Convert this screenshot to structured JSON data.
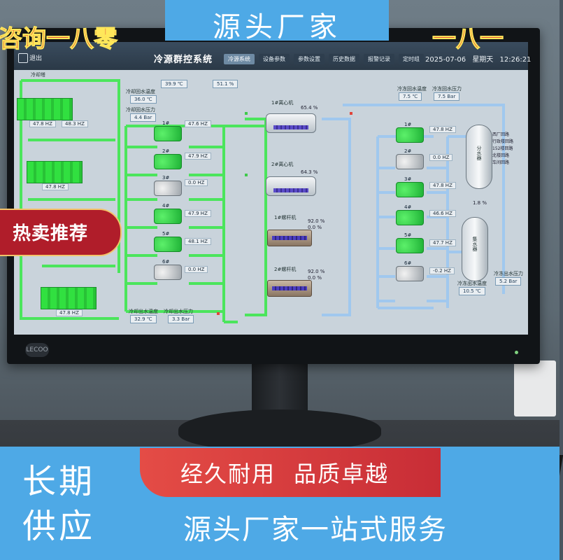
{
  "promo": {
    "top_title": "源头厂家",
    "top_left": "咨询一八零",
    "top_right": "一八一",
    "hot_badge": "热卖推荐",
    "bottom_red": "经久耐用  品质卓越",
    "left_line1": "长期",
    "left_line2": "供应",
    "bottom_slogan": "源头厂家一站式服务"
  },
  "hmi": {
    "exit_label": "退出",
    "title": "冷源群控系统",
    "tabs": [
      "冷源系统",
      "设备参数",
      "参数设置",
      "历史数据",
      "报警记录",
      "定时组"
    ],
    "date": "2025-07-06",
    "weekday": "星期天",
    "time": "12:26:21",
    "cooling_tower_label": "冷却塔",
    "top_values": [
      "39.9 ℃",
      "51.1 %"
    ],
    "left_readings": [
      {
        "label": "冷却回水温度",
        "value": "36.0 ℃"
      },
      {
        "label": "冷却回水压力",
        "value": "4.4 Bar"
      }
    ],
    "bottom_left_readings": [
      {
        "label": "冷却出水温度",
        "value": "32.9 ℃"
      },
      {
        "label": "冷却出水压力",
        "value": "3.3 Bar"
      }
    ],
    "tower_hz": [
      "47.8 HZ",
      "48.3 HZ",
      "47.8 HZ",
      "47.8 HZ"
    ],
    "cooling_pumps": [
      {
        "num": "1#",
        "hz": "47.6 HZ",
        "on": true
      },
      {
        "num": "2#",
        "hz": "47.9 HZ",
        "on": true
      },
      {
        "num": "3#",
        "hz": "0.0 HZ",
        "on": false
      },
      {
        "num": "4#",
        "hz": "47.9 HZ",
        "on": true
      },
      {
        "num": "5#",
        "hz": "48.1 HZ",
        "on": true
      },
      {
        "num": "6#",
        "hz": "0.0 HZ",
        "on": false
      }
    ],
    "chillers": [
      {
        "name": "1#离心机",
        "load": "65.4 %"
      },
      {
        "name": "2#离心机",
        "load": "64.3 %"
      },
      {
        "name": "1#螺杆机",
        "load": "92.0 %",
        "load2": "0.0 %"
      },
      {
        "name": "2#螺杆机",
        "load": "92.0 %",
        "load2": "0.0 %"
      }
    ],
    "right_top_readings": [
      {
        "label": "冷冻回水温度",
        "value": "7.5 ℃"
      },
      {
        "label": "冷冻回水压力",
        "value": "7.5 Bar"
      }
    ],
    "chilled_pumps": [
      {
        "num": "1#",
        "hz": "47.8 HZ",
        "on": true
      },
      {
        "num": "2#",
        "hz": "0.0 HZ",
        "on": false
      },
      {
        "num": "3#",
        "hz": "47.8 HZ",
        "on": true
      },
      {
        "num": "4#",
        "hz": "46.6 HZ",
        "on": true
      },
      {
        "num": "5#",
        "hz": "47.7 HZ",
        "on": true
      },
      {
        "num": "6#",
        "hz": "-0.2 HZ",
        "on": false
      }
    ],
    "vessel_top": "分水器",
    "vessel_bottom": "集水器",
    "vessel_percent": "1.8 %",
    "valve_list": [
      "西厂回路",
      "行政楼回路",
      "152楼回路",
      "北楼回路",
      "车间回路"
    ],
    "right_bottom_readings": [
      {
        "label": "冷冻出水压力",
        "value": "5.2 Bar"
      },
      {
        "label": "冷冻出水温度",
        "value": "10.5 ℃"
      }
    ]
  },
  "colors": {
    "green_pipe": "#3ee84f",
    "blue_pipe": "#9ec8f0",
    "banner_blue": "#4ea9e6",
    "promo_red": "#d61f2c"
  }
}
